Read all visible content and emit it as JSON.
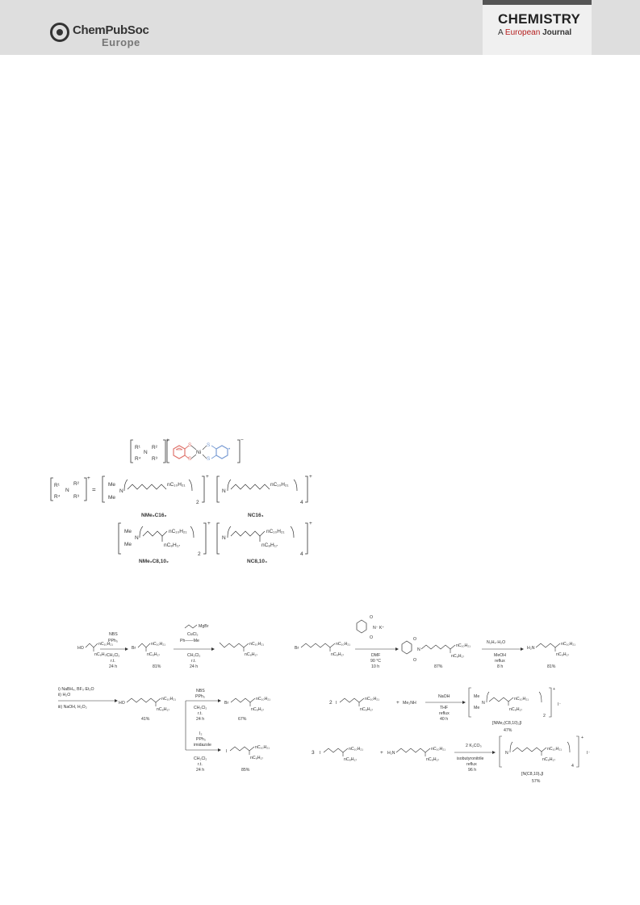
{
  "header": {
    "publisher_name": "ChemPubSoc",
    "publisher_region": "Europe",
    "journal_main": "CHEMISTRY",
    "journal_a": "A",
    "journal_european": "European",
    "journal_word": "Journal"
  },
  "figure1": {
    "r1": "R¹",
    "r2": "R²",
    "r3": "R³",
    "r4": "R⁴",
    "n": "N",
    "plus": "+",
    "minus": "−",
    "equals": "=",
    "s": "S",
    "ni": "Ni",
    "dot": "•",
    "me": "Me",
    "nc10h21": "nC₁₀H₂₁",
    "nc8h17": "nC₈H₁₇",
    "sub2": "2",
    "sub4": "4",
    "label_nme2c16": "NMe₂C16₂",
    "label_nc16": "NC16₄",
    "label_nme2c810": "NMe₂C8,10₂",
    "label_nc810": "NC8,10₄"
  },
  "scheme": {
    "ho": "HO",
    "br": "Br",
    "i": "I",
    "h2n": "H₂N",
    "n": "N",
    "o": "O",
    "nc10h21": "nC₁₀H₂₁",
    "nc8h17": "nC₈H₁₇",
    "r1_reagents": [
      "NBS",
      "PPh₃"
    ],
    "r1_conditions": [
      "CH₂Cl₂",
      "r.t.",
      "24 h"
    ],
    "y1": "81%",
    "grignard": "MgBr",
    "cucl2": "CuCl₂",
    "ph_alkyne": "Ph——Me",
    "r2_conditions": [
      "CH₂Cl₂",
      "r.t.",
      "24 h"
    ],
    "phthalimide_k": "N⁻ K⁺",
    "r3_conditions": [
      "DMF",
      "90 °C",
      "10 h"
    ],
    "y2": "87%",
    "r4_reagent": "N₂H₄·H₂O",
    "r4_conditions": [
      "MeOH",
      "reflux",
      "8 h"
    ],
    "y3": "81%",
    "hydroboration": [
      "i) NaBH₄, BF₃·Et₂O",
      "ii) H₂O",
      "iii) NaOH, H₂O₂"
    ],
    "y4": "41%",
    "r6_reagents": [
      "NBS",
      "PPh₃"
    ],
    "r6_conditions": [
      "CH₂Cl₂",
      "r.t.",
      "24 h"
    ],
    "y5": "67%",
    "r7_reagents": [
      "I₂",
      "PPh₃",
      "imidazole"
    ],
    "r7_conditions": [
      "CH₂Cl₂",
      "r.t.",
      "24 h"
    ],
    "y6": "85%",
    "coef2": "2",
    "plus": "+",
    "me2nh": "Me₂NH",
    "r8_reagent": "NaOH",
    "r8_conditions": [
      "THF",
      "reflux",
      "40 h"
    ],
    "me": "Me",
    "sub2": "2",
    "charge_plus": "+",
    "iodide": "I⁻",
    "product1_name": "[NMe₂(C8,10)₂]I",
    "y7": "47%",
    "coef3": "3",
    "r9_reagent": "2 K₂CO₃",
    "r9_conditions": [
      "isobutyronitrile",
      "reflux",
      "96 h"
    ],
    "sub4": "4",
    "product2_name": "[N(C8,10)₄]I",
    "y8": "57%"
  }
}
